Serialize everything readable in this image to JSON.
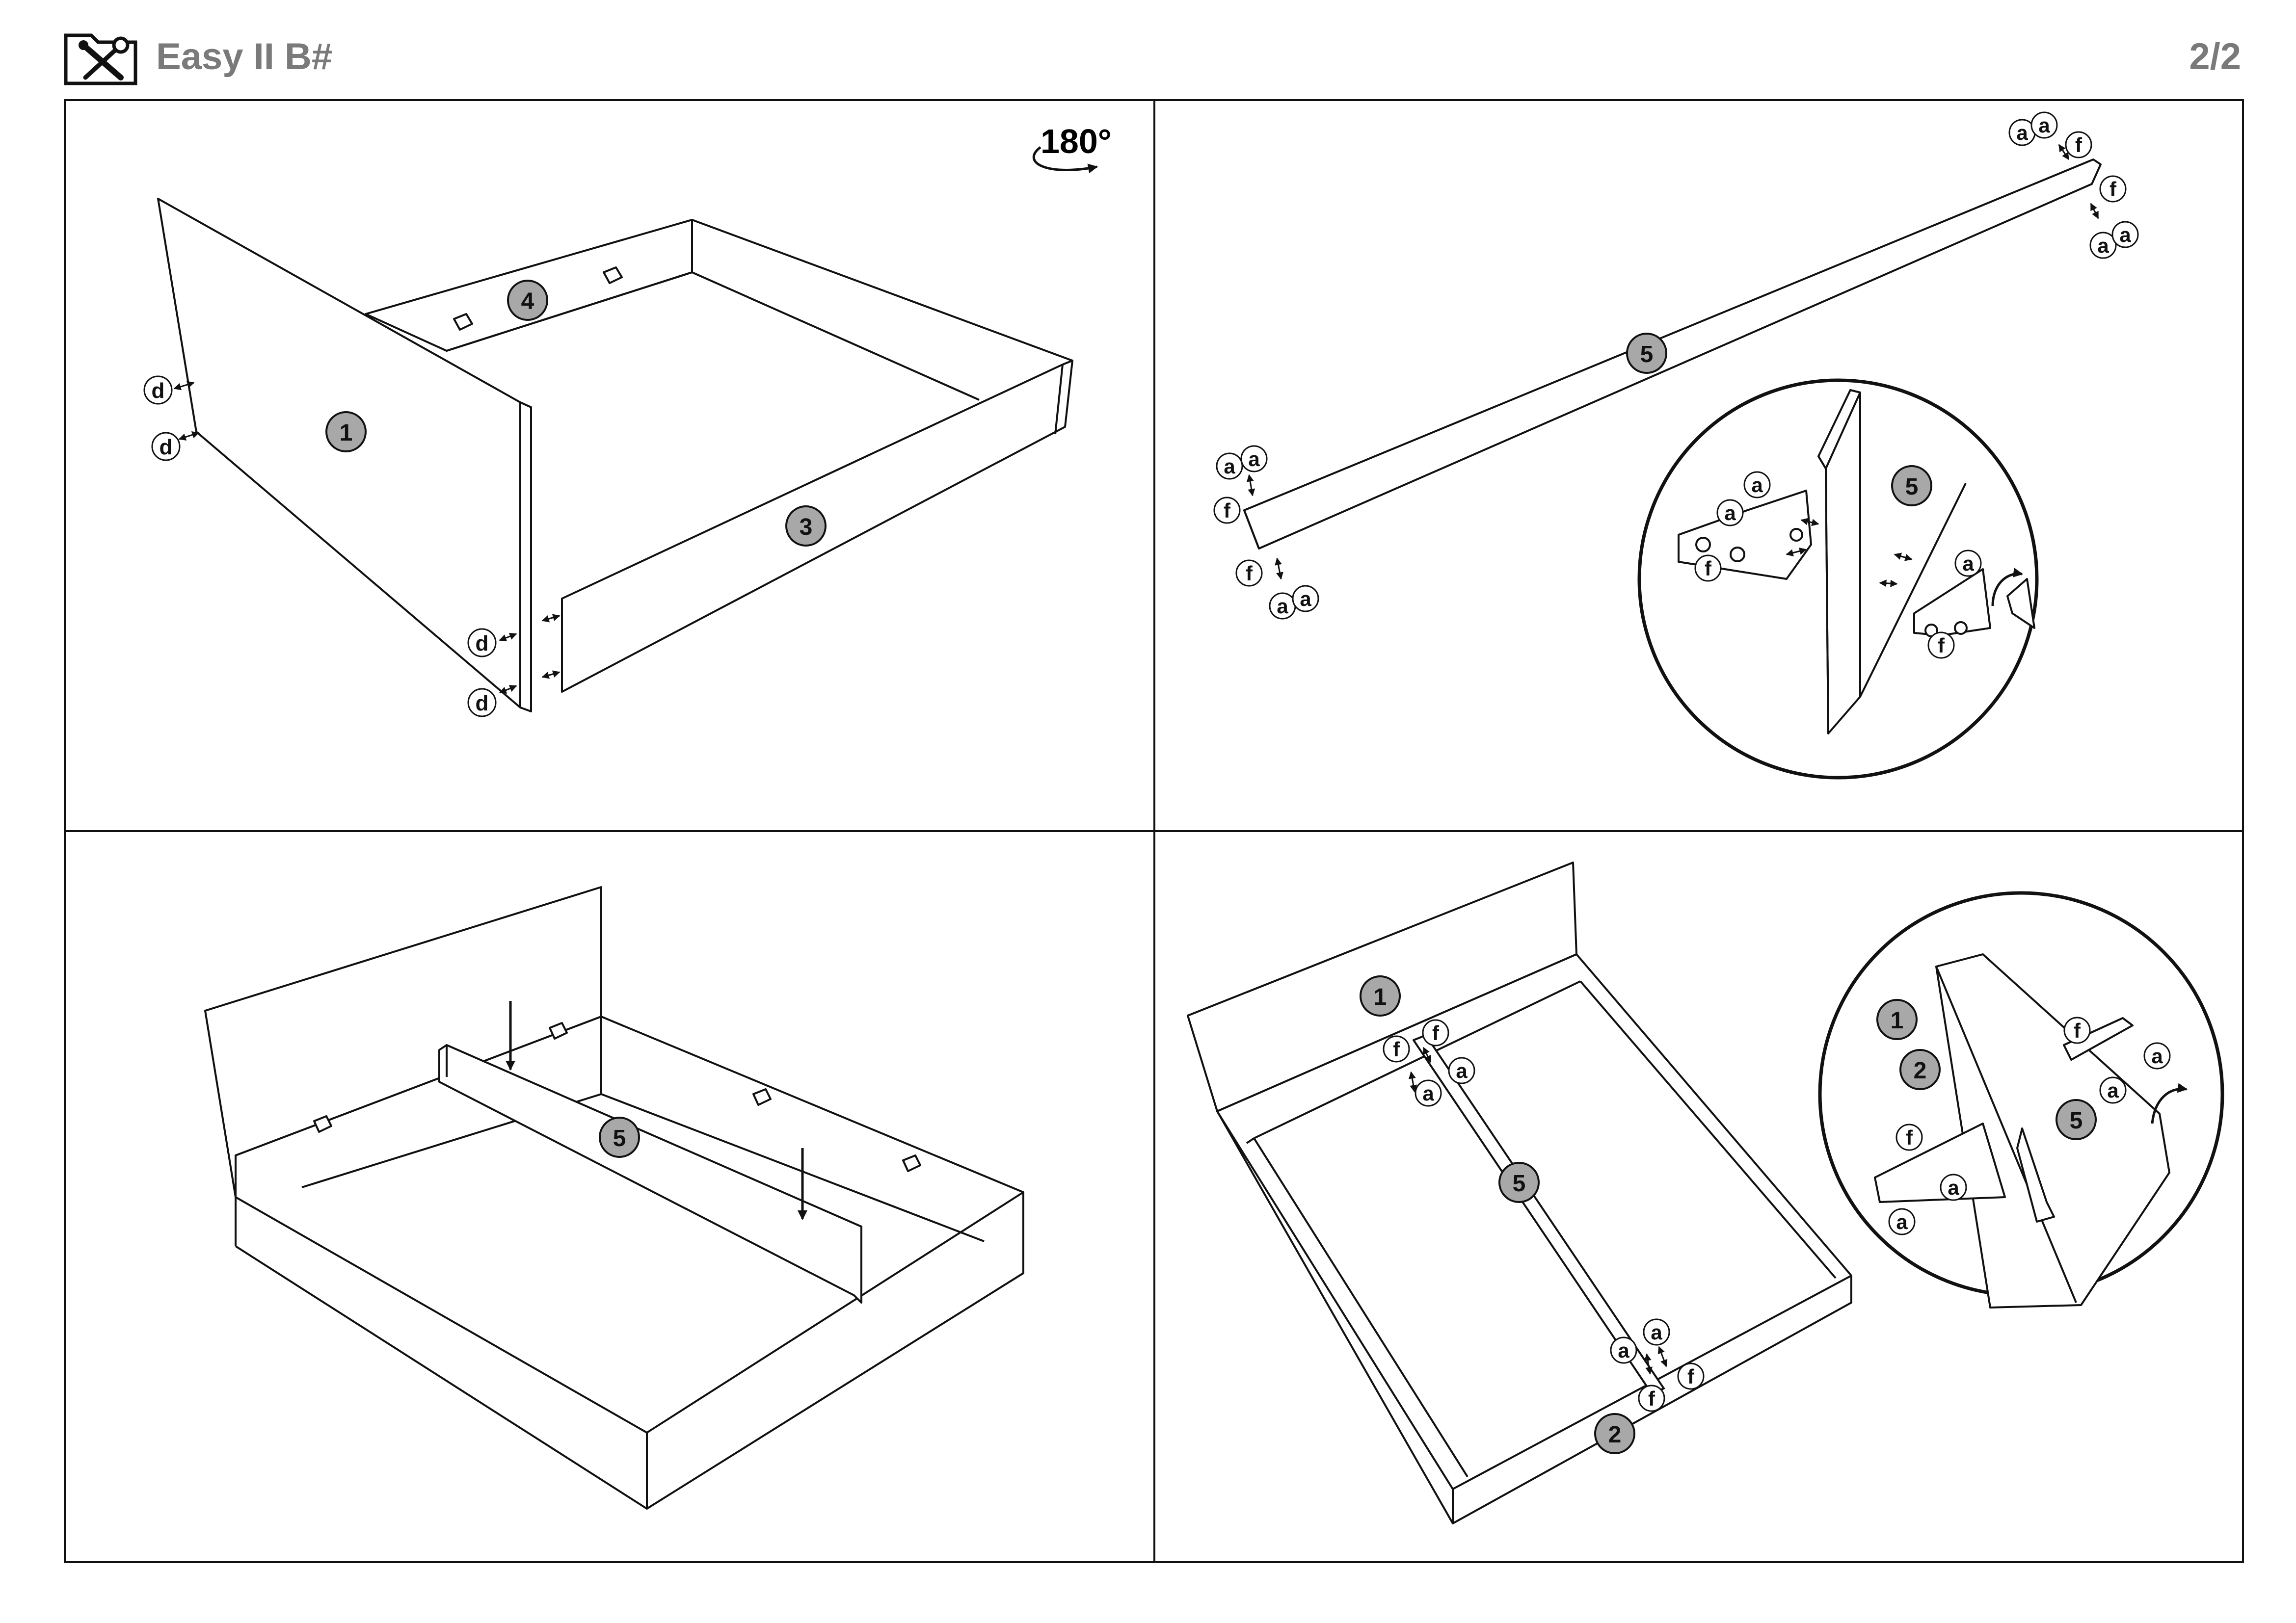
{
  "header": {
    "title": "Easy II B#",
    "page": "2/2",
    "icon": "tools-icon"
  },
  "panel1": {
    "rotation": "180°",
    "parts": [
      "1",
      "3",
      "4"
    ],
    "hardware": "d"
  },
  "panel2": {
    "part": "5",
    "hardware_a": "a",
    "hardware_f": "f"
  },
  "panel3": {
    "part": "5"
  },
  "panel4": {
    "parts": [
      "1",
      "2",
      "5"
    ],
    "hardware_a": "a",
    "hardware_f": "f"
  },
  "colors": {
    "badge_fill": "#a8a8a8",
    "line": "#1a1a1a",
    "title_gray": "#7a7a7a"
  }
}
